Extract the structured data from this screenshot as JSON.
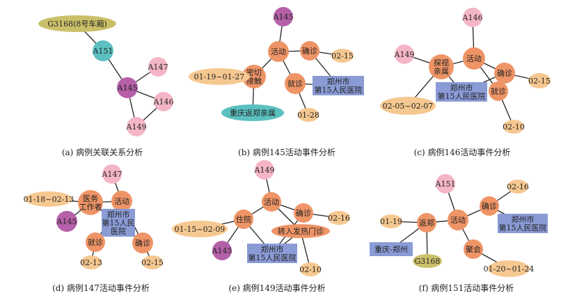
{
  "colors": {
    "person": "#f4b6c6",
    "index_case": "#b560a8",
    "case_151": "#5cc0c0",
    "activity": "#ee9466",
    "date": "#f6c891",
    "location": "#8a9bd6",
    "train": "#cbc06a",
    "relative": "#5cc0c0",
    "edge": "#222222"
  },
  "panels": [
    {
      "id": "a",
      "caption": "(a) 病例关联关系分析",
      "nodes": [
        {
          "id": "g3168",
          "label": "G3168(8号车厢)",
          "type": "train",
          "shape": "ellipse"
        },
        {
          "id": "a151",
          "label": "A151",
          "type": "case_151",
          "shape": "circle"
        },
        {
          "id": "a145",
          "label": "A145",
          "type": "index_case",
          "shape": "circle"
        },
        {
          "id": "a147",
          "label": "A147",
          "type": "person",
          "shape": "circle"
        },
        {
          "id": "a146",
          "label": "A146",
          "type": "person",
          "shape": "circle"
        },
        {
          "id": "a149",
          "label": "A149",
          "type": "person",
          "shape": "circle"
        }
      ],
      "edges": [
        [
          "g3168",
          "a151"
        ],
        [
          "a151",
          "a145"
        ],
        [
          "a145",
          "a147"
        ],
        [
          "a145",
          "a146"
        ],
        [
          "a145",
          "a149"
        ],
        [
          "a146",
          "a149"
        ]
      ]
    },
    {
      "id": "b",
      "caption": "(b) 病例145活动事件分析",
      "nodes": [
        {
          "id": "p",
          "label": "A145",
          "type": "index_case",
          "shape": "circle"
        },
        {
          "id": "act",
          "label": "活动",
          "type": "activity",
          "shape": "circle"
        },
        {
          "id": "qz",
          "label": "确诊",
          "type": "activity",
          "shape": "circle"
        },
        {
          "id": "d1",
          "label": "02-15",
          "type": "date",
          "shape": "ellipse"
        },
        {
          "id": "mq",
          "label": "密切\n接触",
          "type": "activity",
          "shape": "circle"
        },
        {
          "id": "d2",
          "label": "01-19~01-27",
          "type": "date",
          "shape": "ellipse"
        },
        {
          "id": "jz",
          "label": "就诊",
          "type": "activity",
          "shape": "circle"
        },
        {
          "id": "loc",
          "label": "郑州市\n第15人民医院",
          "type": "location",
          "shape": "rect"
        },
        {
          "id": "rel",
          "label": "重庆返郑亲属",
          "type": "relative",
          "shape": "ellipse"
        },
        {
          "id": "d3",
          "label": "01-28",
          "type": "date",
          "shape": "ellipse"
        }
      ],
      "edges": [
        [
          "p",
          "act"
        ],
        [
          "act",
          "qz"
        ],
        [
          "qz",
          "d1"
        ],
        [
          "qz",
          "loc"
        ],
        [
          "act",
          "mq"
        ],
        [
          "mq",
          "d2"
        ],
        [
          "mq",
          "rel"
        ],
        [
          "act",
          "jz"
        ],
        [
          "jz",
          "loc"
        ],
        [
          "jz",
          "d3"
        ]
      ]
    },
    {
      "id": "c",
      "caption": "(c) 病例146活动事件分析",
      "nodes": [
        {
          "id": "p",
          "label": "A146",
          "type": "person",
          "shape": "circle"
        },
        {
          "id": "act",
          "label": "活动",
          "type": "activity",
          "shape": "circle"
        },
        {
          "id": "a149",
          "label": "A149",
          "type": "person",
          "shape": "circle"
        },
        {
          "id": "ts",
          "label": "探视\n亲属",
          "type": "activity",
          "shape": "circle"
        },
        {
          "id": "qz",
          "label": "确诊",
          "type": "activity",
          "shape": "circle"
        },
        {
          "id": "d1",
          "label": "02-15",
          "type": "date",
          "shape": "ellipse"
        },
        {
          "id": "loc",
          "label": "郑州市\n第15人民医院",
          "type": "location",
          "shape": "rect"
        },
        {
          "id": "jz",
          "label": "就诊",
          "type": "activity",
          "shape": "circle"
        },
        {
          "id": "d2",
          "label": "02-05~02-07",
          "type": "date",
          "shape": "ellipse"
        },
        {
          "id": "d3",
          "label": "02-10",
          "type": "date",
          "shape": "ellipse"
        }
      ],
      "edges": [
        [
          "p",
          "act"
        ],
        [
          "act",
          "ts"
        ],
        [
          "ts",
          "a149"
        ],
        [
          "ts",
          "d2"
        ],
        [
          "ts",
          "loc"
        ],
        [
          "act",
          "qz"
        ],
        [
          "qz",
          "d1"
        ],
        [
          "qz",
          "loc"
        ],
        [
          "act",
          "jz"
        ],
        [
          "jz",
          "d3"
        ]
      ]
    },
    {
      "id": "d",
      "caption": "(d) 病例147活动事件分析",
      "nodes": [
        {
          "id": "p",
          "label": "A147",
          "type": "person",
          "shape": "circle"
        },
        {
          "id": "act",
          "label": "活动",
          "type": "activity",
          "shape": "circle"
        },
        {
          "id": "yw",
          "label": "医务\n工作者",
          "type": "activity",
          "shape": "circle"
        },
        {
          "id": "d1",
          "label": "01-18~02-13",
          "type": "date",
          "shape": "ellipse"
        },
        {
          "id": "a145",
          "label": "A145",
          "type": "index_case",
          "shape": "circle"
        },
        {
          "id": "loc",
          "label": "郑州市\n第15人民\n医院",
          "type": "location",
          "shape": "rect"
        },
        {
          "id": "jz",
          "label": "就诊",
          "type": "activity",
          "shape": "circle"
        },
        {
          "id": "qz",
          "label": "确诊",
          "type": "activity",
          "shape": "circle"
        },
        {
          "id": "d2",
          "label": "02-13",
          "type": "date",
          "shape": "ellipse"
        },
        {
          "id": "d3",
          "label": "02-15",
          "type": "date",
          "shape": "ellipse"
        }
      ],
      "edges": [
        [
          "p",
          "act"
        ],
        [
          "act",
          "yw"
        ],
        [
          "yw",
          "d1"
        ],
        [
          "yw",
          "a145"
        ],
        [
          "yw",
          "loc"
        ],
        [
          "act",
          "jz"
        ],
        [
          "act",
          "qz"
        ],
        [
          "jz",
          "d2"
        ],
        [
          "qz",
          "d3"
        ],
        [
          "loc",
          "qz"
        ]
      ]
    },
    {
      "id": "e",
      "caption": "(e) 病例149活动事件分析",
      "nodes": [
        {
          "id": "p",
          "label": "A149",
          "type": "person",
          "shape": "circle"
        },
        {
          "id": "act",
          "label": "活动",
          "type": "activity",
          "shape": "circle"
        },
        {
          "id": "zy",
          "label": "住院",
          "type": "activity",
          "shape": "circle"
        },
        {
          "id": "qz",
          "label": "确诊",
          "type": "activity",
          "shape": "circle"
        },
        {
          "id": "d1",
          "label": "02-16",
          "type": "date",
          "shape": "ellipse"
        },
        {
          "id": "d2",
          "label": "01-15~02-09",
          "type": "date",
          "shape": "ellipse"
        },
        {
          "id": "zr",
          "label": "转入发热门诊",
          "type": "activity",
          "shape": "ellipse"
        },
        {
          "id": "a145",
          "label": "A145",
          "type": "index_case",
          "shape": "circle"
        },
        {
          "id": "loc",
          "label": "郑州市\n第15人民医院",
          "type": "location",
          "shape": "rect"
        },
        {
          "id": "d3",
          "label": "02-10",
          "type": "date",
          "shape": "ellipse"
        }
      ],
      "edges": [
        [
          "p",
          "act"
        ],
        [
          "act",
          "zy"
        ],
        [
          "act",
          "qz"
        ],
        [
          "act",
          "zr"
        ],
        [
          "qz",
          "d1"
        ],
        [
          "zy",
          "d2"
        ],
        [
          "zy",
          "a145"
        ],
        [
          "zy",
          "loc"
        ],
        [
          "qz",
          "loc"
        ],
        [
          "zr",
          "loc"
        ],
        [
          "zr",
          "d3"
        ]
      ]
    },
    {
      "id": "f",
      "caption": "(f) 病例151活动事件分析",
      "nodes": [
        {
          "id": "p",
          "label": "A151",
          "type": "person",
          "shape": "circle"
        },
        {
          "id": "act",
          "label": "活动",
          "type": "activity",
          "shape": "circle"
        },
        {
          "id": "qz",
          "label": "确诊",
          "type": "activity",
          "shape": "circle"
        },
        {
          "id": "d1",
          "label": "02-16",
          "type": "date",
          "shape": "ellipse"
        },
        {
          "id": "loc",
          "label": "郑州市\n第15人民医院",
          "type": "location",
          "shape": "rect"
        },
        {
          "id": "fz",
          "label": "返郑",
          "type": "activity",
          "shape": "circle"
        },
        {
          "id": "d2",
          "label": "01-19",
          "type": "date",
          "shape": "ellipse"
        },
        {
          "id": "route",
          "label": "重庆-郑州",
          "type": "location",
          "shape": "rect"
        },
        {
          "id": "train",
          "label": "G3168",
          "type": "train",
          "shape": "ellipse"
        },
        {
          "id": "jh",
          "label": "聚会",
          "type": "activity",
          "shape": "circle"
        },
        {
          "id": "d3",
          "label": "01-20~01-24",
          "type": "date",
          "shape": "ellipse"
        }
      ],
      "edges": [
        [
          "p",
          "act"
        ],
        [
          "act",
          "qz"
        ],
        [
          "qz",
          "d1"
        ],
        [
          "qz",
          "loc"
        ],
        [
          "act",
          "fz"
        ],
        [
          "fz",
          "d2"
        ],
        [
          "fz",
          "route"
        ],
        [
          "fz",
          "train"
        ],
        [
          "act",
          "jh"
        ],
        [
          "jh",
          "d3"
        ]
      ]
    }
  ]
}
